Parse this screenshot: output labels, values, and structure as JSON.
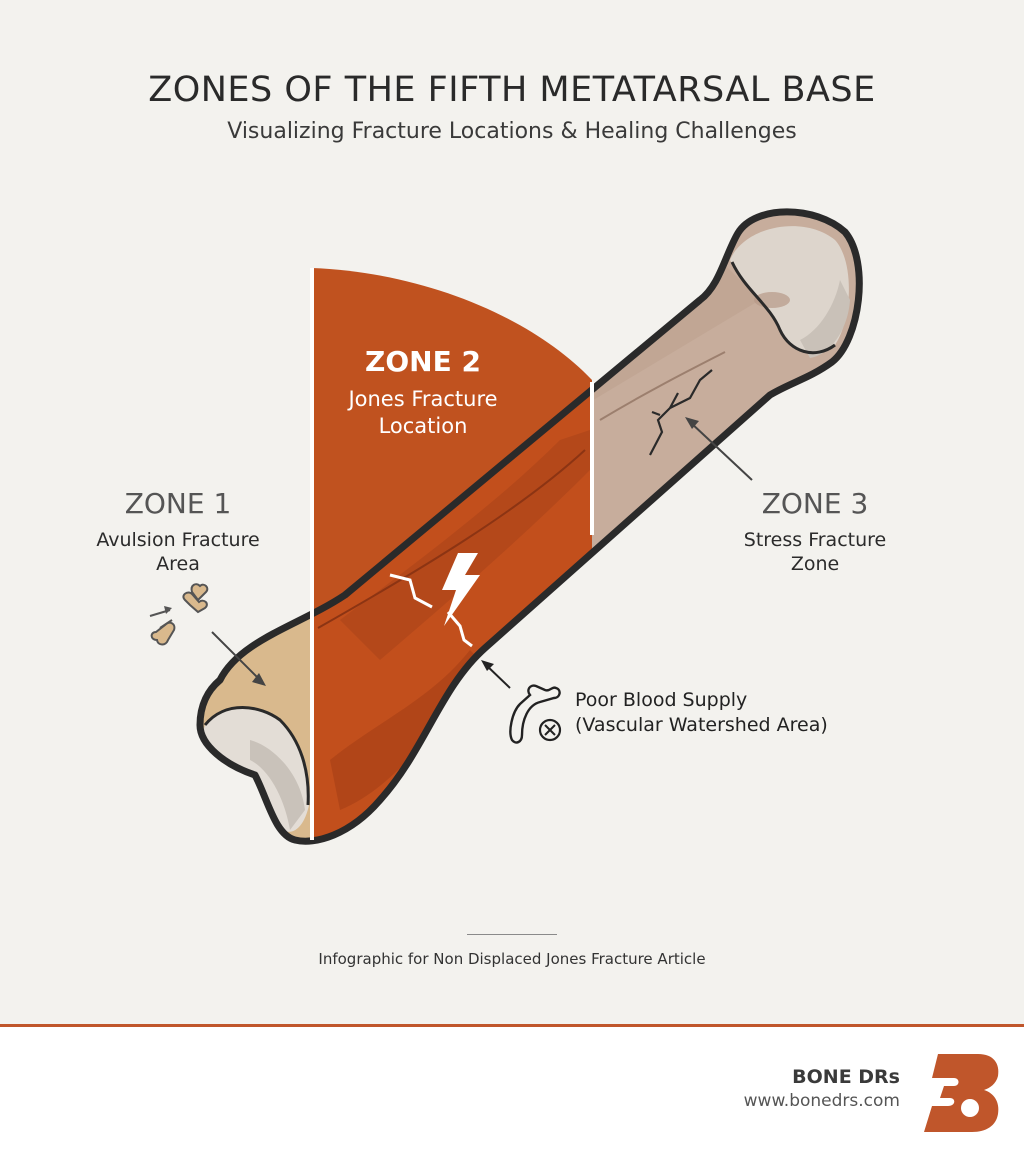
{
  "header": {
    "title": "ZONES OF THE FIFTH METATARSAL BASE",
    "subtitle": "Visualizing Fracture Locations & Healing Challenges"
  },
  "zones": {
    "zone1": {
      "title": "ZONE 1",
      "description": "Avulsion Fracture Area"
    },
    "zone2": {
      "title": "ZONE 2",
      "description": "Jones Fracture Location"
    },
    "zone3": {
      "title": "ZONE 3",
      "description": "Stress Fracture Zone"
    }
  },
  "callouts": {
    "blood_supply_line1": "Poor Blood Supply",
    "blood_supply_line2": "(Vascular Watershed Area)"
  },
  "footer": {
    "caption": "Infographic for Non Displaced Jones Fracture Article"
  },
  "brand": {
    "name": "BONE DRs",
    "url": "www.bonedrs.com"
  },
  "colors": {
    "background": "#f3f2ee",
    "zone2_accent": "#c0521f",
    "bone_shaft": "#c7ad9c",
    "bone_head": "#ddd5cc",
    "zone1_tint": "#d9b98d",
    "outline": "#2a2a2a",
    "brand_accent": "#c0562b"
  },
  "icons": [
    "lightning-icon",
    "bone-fragment-icon",
    "blood-vessel-icon",
    "blocked-icon",
    "brand-logo-icon"
  ]
}
